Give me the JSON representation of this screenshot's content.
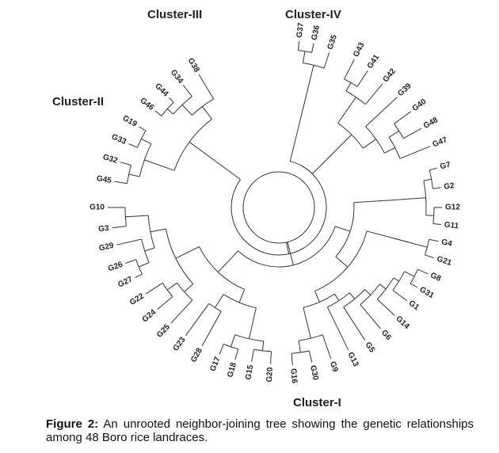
{
  "clusters": [
    {
      "label": "Cluster-III"
    },
    {
      "label": "Cluster-IV"
    },
    {
      "label": "Cluster-II"
    },
    {
      "label": "Cluster-I"
    }
  ],
  "caption": {
    "figure_label": "Figure 2:",
    "text": "An unrooted neighbor-joining tree showing the genetic relationships among 48 Boro rice landraces."
  },
  "tree": {
    "line_color": "#333333",
    "leaves": [
      {
        "label": "G37"
      },
      {
        "label": "G36"
      },
      {
        "label": "G35"
      },
      {
        "label": "G43"
      },
      {
        "label": "G41"
      },
      {
        "label": "G42"
      },
      {
        "label": "G39"
      },
      {
        "label": "G40"
      },
      {
        "label": "G48"
      },
      {
        "label": "G47"
      },
      {
        "label": "G7"
      },
      {
        "label": "G2"
      },
      {
        "label": "G12"
      },
      {
        "label": "G11"
      },
      {
        "label": "G4"
      },
      {
        "label": "G21"
      },
      {
        "label": "G8"
      },
      {
        "label": "G31"
      },
      {
        "label": "G1"
      },
      {
        "label": "G14"
      },
      {
        "label": "G6"
      },
      {
        "label": "G5"
      },
      {
        "label": "G13"
      },
      {
        "label": "G9"
      },
      {
        "label": "G30"
      },
      {
        "label": "G16"
      },
      {
        "label": "G20"
      },
      {
        "label": "G15"
      },
      {
        "label": "G18"
      },
      {
        "label": "G17"
      },
      {
        "label": "G28"
      },
      {
        "label": "G23"
      },
      {
        "label": "G25"
      },
      {
        "label": "G24"
      },
      {
        "label": "G22"
      },
      {
        "label": "G27"
      },
      {
        "label": "G26"
      },
      {
        "label": "G29"
      },
      {
        "label": "G3"
      },
      {
        "label": "G10"
      },
      {
        "label": "G45"
      },
      {
        "label": "G32"
      },
      {
        "label": "G33"
      },
      {
        "label": "G19"
      },
      {
        "label": "G46"
      },
      {
        "label": "G44"
      },
      {
        "label": "G34"
      },
      {
        "label": "G38"
      }
    ]
  }
}
